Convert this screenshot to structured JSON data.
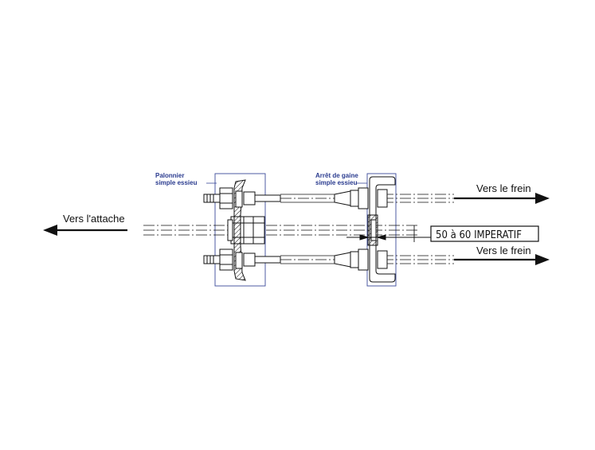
{
  "labels": {
    "palonnier_line1": "Palonnier",
    "palonnier_line2": "simple essieu",
    "arret_line1": "Arrêt de gaine",
    "arret_line2": "simple essieu",
    "vers_frein_top": "Vers le frein",
    "vers_frein_bottom": "Vers le frein",
    "vers_attache": "Vers l'attache",
    "imperatif": "50 à 60 IMPERATIF"
  },
  "colors": {
    "callout_text": "#2a3b8f",
    "callout_box": "#3a4a9a",
    "drawing": "#111111"
  }
}
